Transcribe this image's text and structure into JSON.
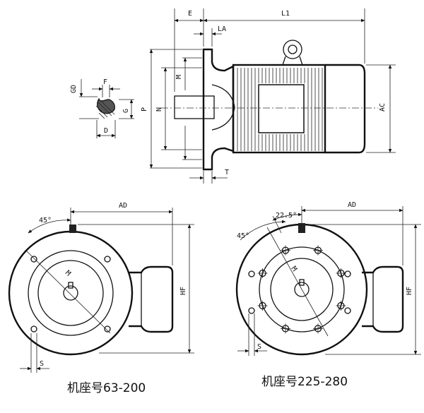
{
  "side_view": {
    "labels": {
      "E": "E",
      "L1": "L1",
      "LA": "LA",
      "AC": "AC",
      "M": "M",
      "N": "N",
      "P": "P",
      "T": "T"
    }
  },
  "shaft_section": {
    "labels": {
      "GD": "GD",
      "F": "F",
      "G": "G",
      "D": "D"
    }
  },
  "front_view_small": {
    "caption": "机座号63-200",
    "labels": {
      "angle": "45°",
      "AD": "AD",
      "HF": "HF",
      "M": "M",
      "S": "S"
    }
  },
  "front_view_large": {
    "caption": "机座号225-280",
    "labels": {
      "angle_outer": "45°",
      "angle_inner": "22.5°",
      "AD": "AD",
      "HF": "HF",
      "M": "M",
      "S": "S"
    }
  }
}
